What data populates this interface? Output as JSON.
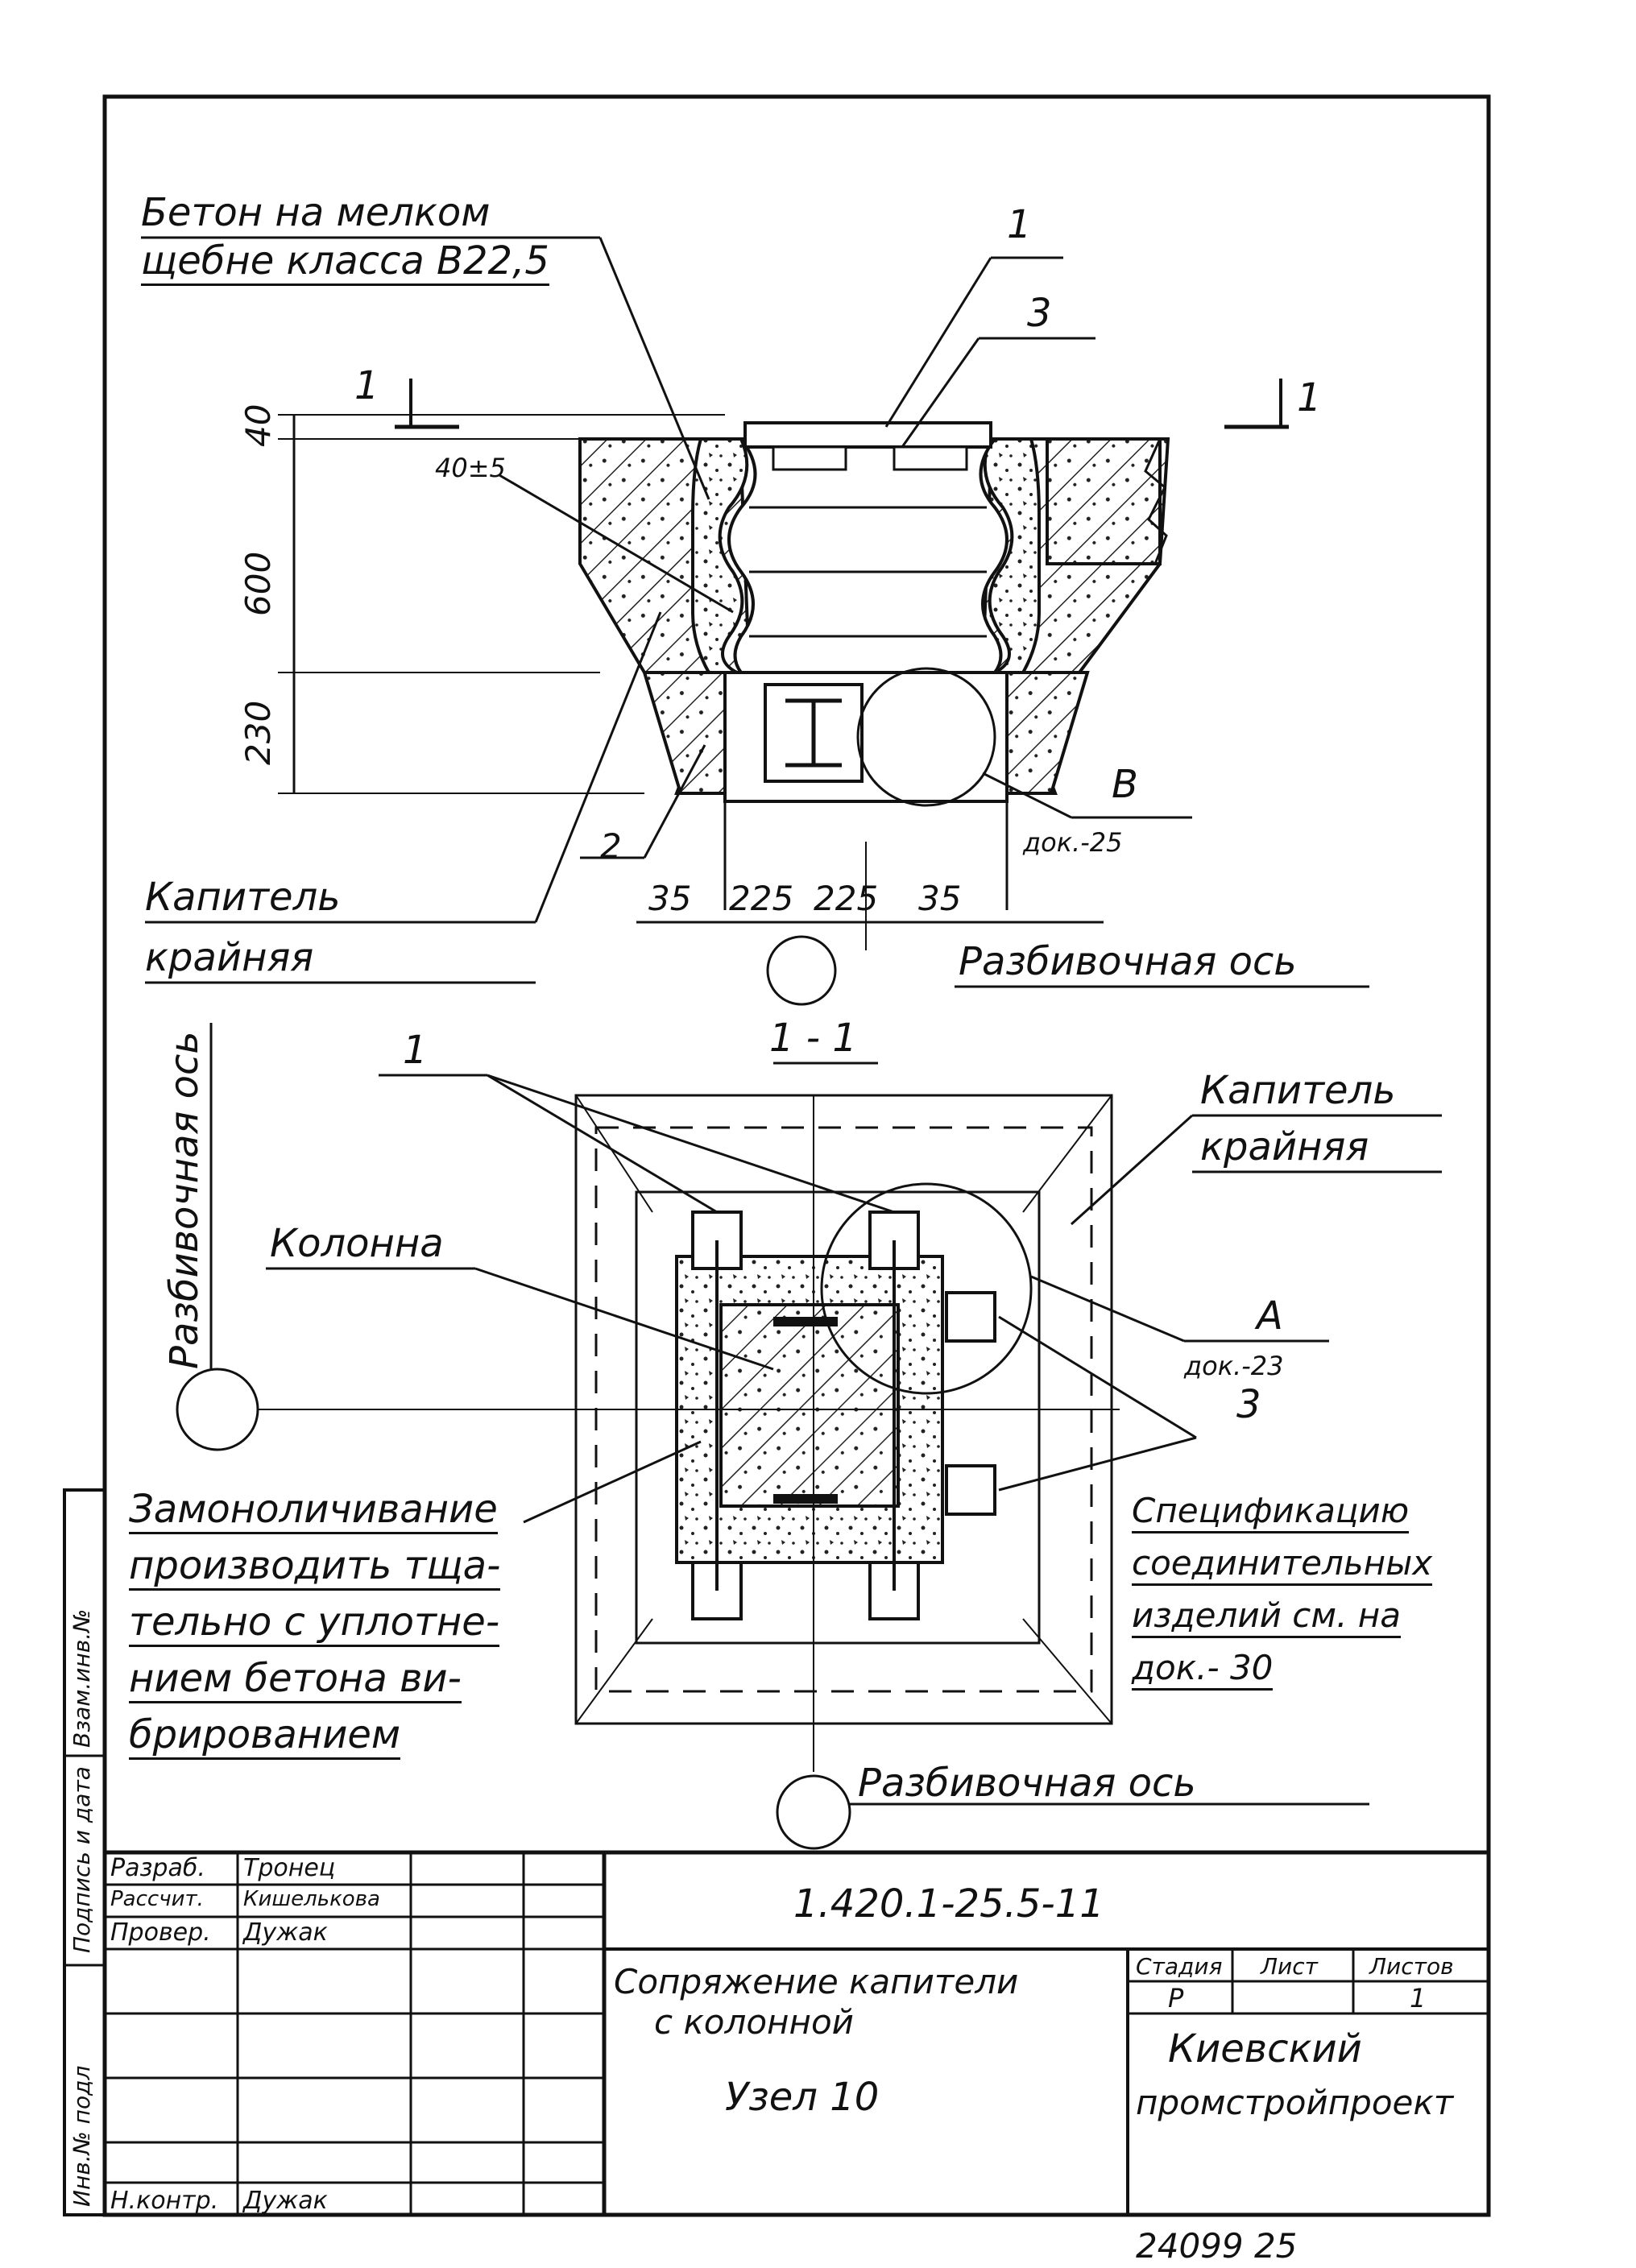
{
  "labels": {
    "concrete_note_line1": "Бетон на мелком",
    "concrete_note_line2": "щебне класса В22,5",
    "pos_1_top": "1",
    "pos_3_top": "3",
    "section_mark_left": "1",
    "section_mark_right": "1",
    "dim_40": "40",
    "dim_600": "600",
    "dim_230": "230",
    "gap_40_5": "40±5",
    "pos_2": "2",
    "node_b": "В",
    "node_b_ref": "док.-25",
    "dim_35_left": "35",
    "dim_225_left": "225",
    "dim_225_right": "225",
    "dim_35_right": "35",
    "capital_left_line1": "Капитель",
    "capital_left_line2": "крайняя",
    "axis_top": "Разбивочная ось",
    "section_title": "1 - 1",
    "pos_1_plan": "1",
    "axis_vertical": "Разбивочная ось",
    "column_label": "Колонна",
    "capital_right_line1": "Капитель",
    "capital_right_line2": "крайняя",
    "node_a": "А",
    "node_a_ref": "док.-23",
    "pos_3_plan": "3",
    "note_line1": "Замоноличивание",
    "note_line2": "производить тща-",
    "note_line3": "тельно с уплотне-",
    "note_line4": "нием бетона ви-",
    "note_line5": "брированием",
    "spec_line1": "Спецификацию",
    "spec_line2": "соединительных",
    "spec_line3": "изделий см. на",
    "spec_line4": "док.- 30",
    "axis_bottom": "Разбивочная ось"
  },
  "side_stamp": {
    "inv_podl": "Инв.№ подл",
    "podpis_data": "Подпись и дата",
    "vzam_inv": "Взам.инв.№"
  },
  "title_block": {
    "code": "1.420.1-25.5-11",
    "roles": [
      {
        "role": "Разраб.",
        "name": "Тронец"
      },
      {
        "role": "Рассчит.",
        "name": "Кишелькова"
      },
      {
        "role": "Провер.",
        "name": "Дужак"
      }
    ],
    "norm_role": "Н.контр.",
    "norm_name": "Дужак",
    "title_line1": "Сопряжение капители",
    "title_line2": "с колонной",
    "title_line3": "Узел 10",
    "stage_header": "Стадия",
    "sheet_header": "Лист",
    "sheets_header": "Листов",
    "stage_value": "Р",
    "sheets_value": "1",
    "org_line1": "Киевский",
    "org_line2": "промстройпроект",
    "footer_number": "24099  25"
  }
}
